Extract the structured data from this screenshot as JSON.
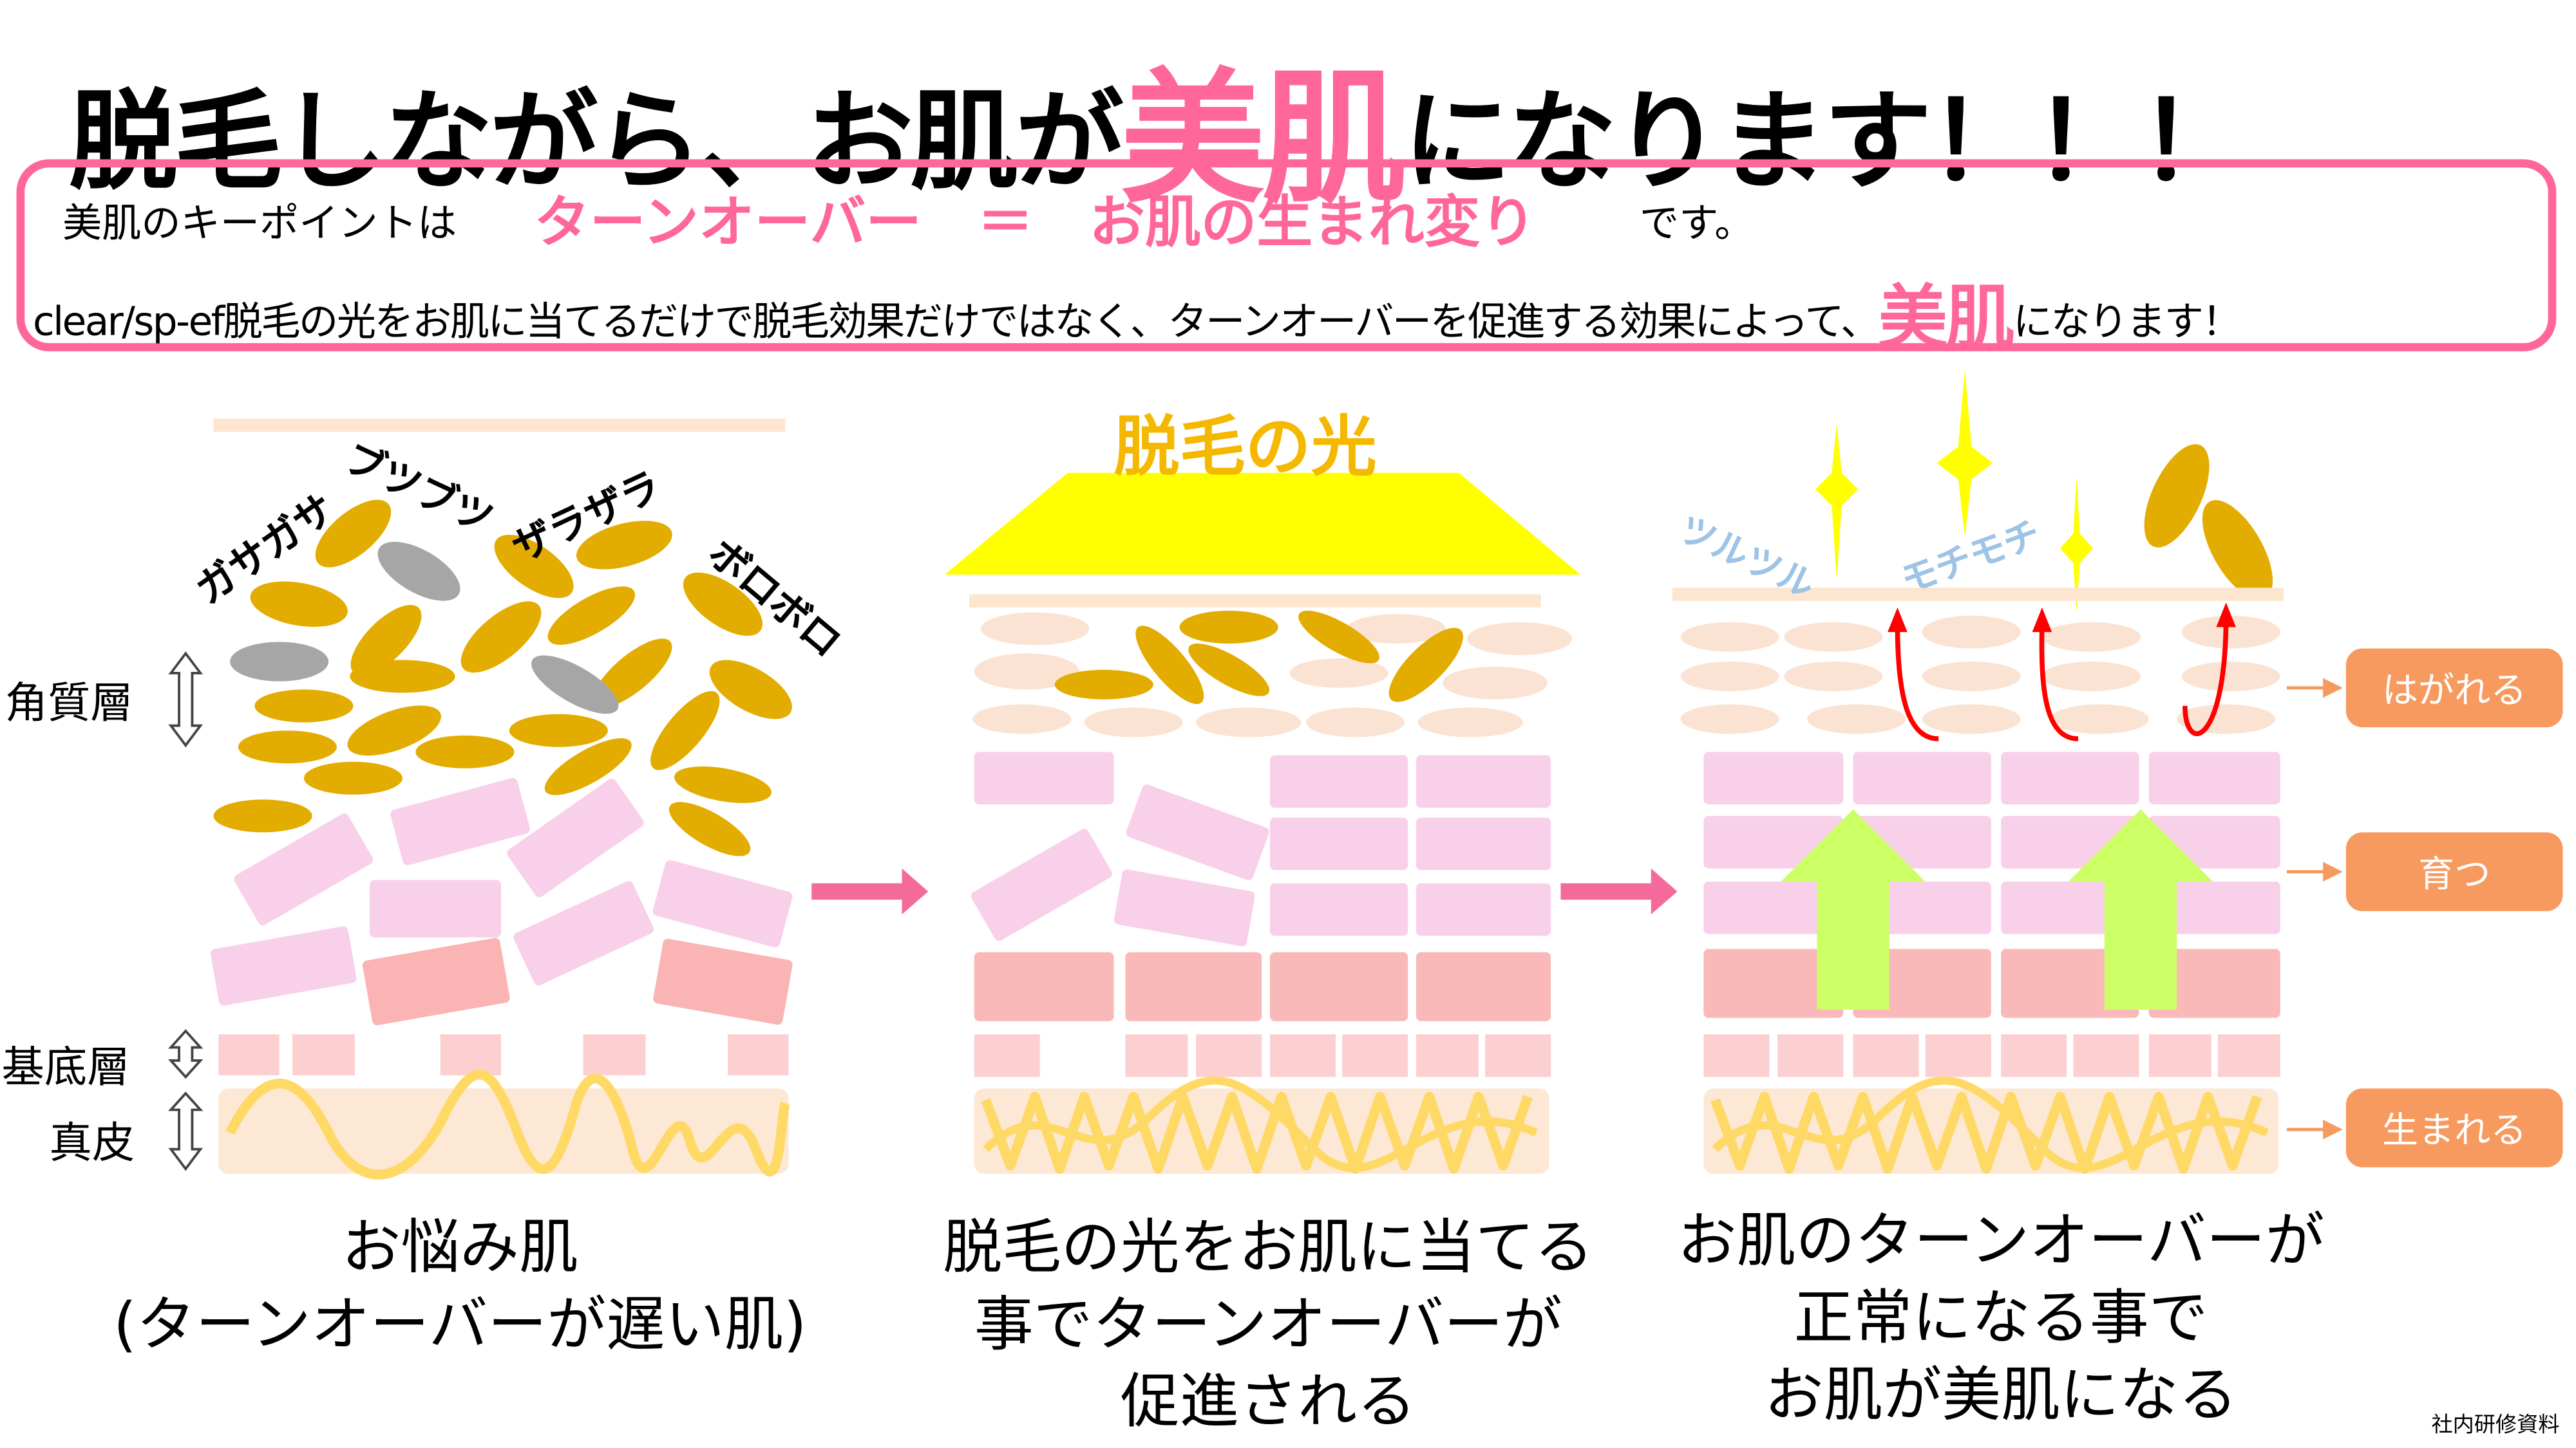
{
  "title": {
    "pre": "脱毛しながら、お肌が",
    "highlight": "美肌",
    "post": "になります！！！"
  },
  "box": {
    "line1_pre": "美肌のキーポイントは",
    "line1_key": "ターンオーバー　＝　お肌の生まれ変り",
    "line1_post": "です。",
    "line2_pre": "clear/sp-ef脱毛の光をお肌に当てるだけで脱毛効果だけではなく、ターンオーバーを促進する効果によって、",
    "line2_highlight": "美肌",
    "line2_post": "になります！"
  },
  "labels": {
    "stratum_corneum": "角質層",
    "basal_layer": "基底層",
    "dermis": "真皮"
  },
  "panel1": {
    "words": [
      "ガサガサ",
      "ブツブツ",
      "ザラザラ",
      "ボロボロ"
    ],
    "caption": [
      "お悩み肌",
      "(ターンオーバーが遅い肌)"
    ]
  },
  "panel2": {
    "light_label": "脱毛の光",
    "caption": [
      "脱毛の光をお肌に当てる",
      "事でターンオーバーが",
      "促進される"
    ]
  },
  "panel3": {
    "words": [
      "ツルツル",
      "モチモチ"
    ],
    "caption": [
      "お肌のターンオーバーが",
      "正常になる事で",
      "お肌が美肌になる"
    ]
  },
  "steps": {
    "peel": "はがれる",
    "grow": "育つ",
    "born": "生まれる"
  },
  "footer_note": "社内研修資料",
  "colors": {
    "pink": "#ff6699",
    "gold": "#e3ac00",
    "yellow": "#ffff00",
    "orange": "#f79a5f",
    "green": "#ccff66"
  }
}
